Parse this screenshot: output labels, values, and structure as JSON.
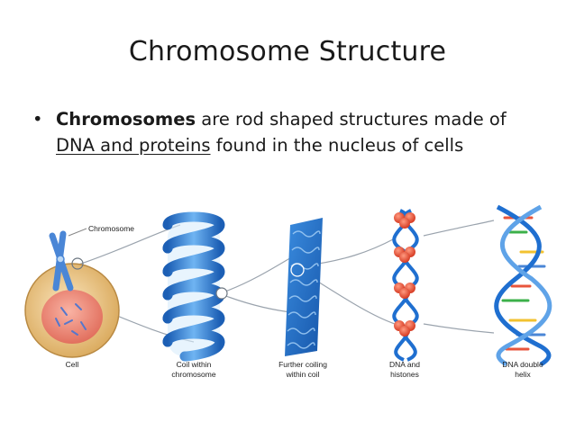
{
  "slide": {
    "title": "Chromosome Structure",
    "bullet_marker": "•",
    "bullet": {
      "term": "Chromosomes",
      "text_before_link": " are rod shaped structures made of ",
      "underlined": "DNA and proteins",
      "text_after_link": " found in the nucleus of cells"
    }
  },
  "diagram": {
    "chromosome_label": "Chromosome",
    "captions": [
      {
        "line1": "Cell",
        "line2": ""
      },
      {
        "line1": "Coil within",
        "line2": "chromosome"
      },
      {
        "line1": "Further coiling",
        "line2": "within coil"
      },
      {
        "line1": "DNA and",
        "line2": "histones"
      },
      {
        "line1": "DNA double",
        "line2": "helix"
      }
    ],
    "colors": {
      "cell_outer": "#e8c58a",
      "cell_inner": "#f08a7a",
      "coil_blue": "#2e7fd8",
      "coil_light": "#8fc6f5",
      "histone_red": "#e8553c",
      "dna_blue": "#1f6fd0"
    }
  }
}
